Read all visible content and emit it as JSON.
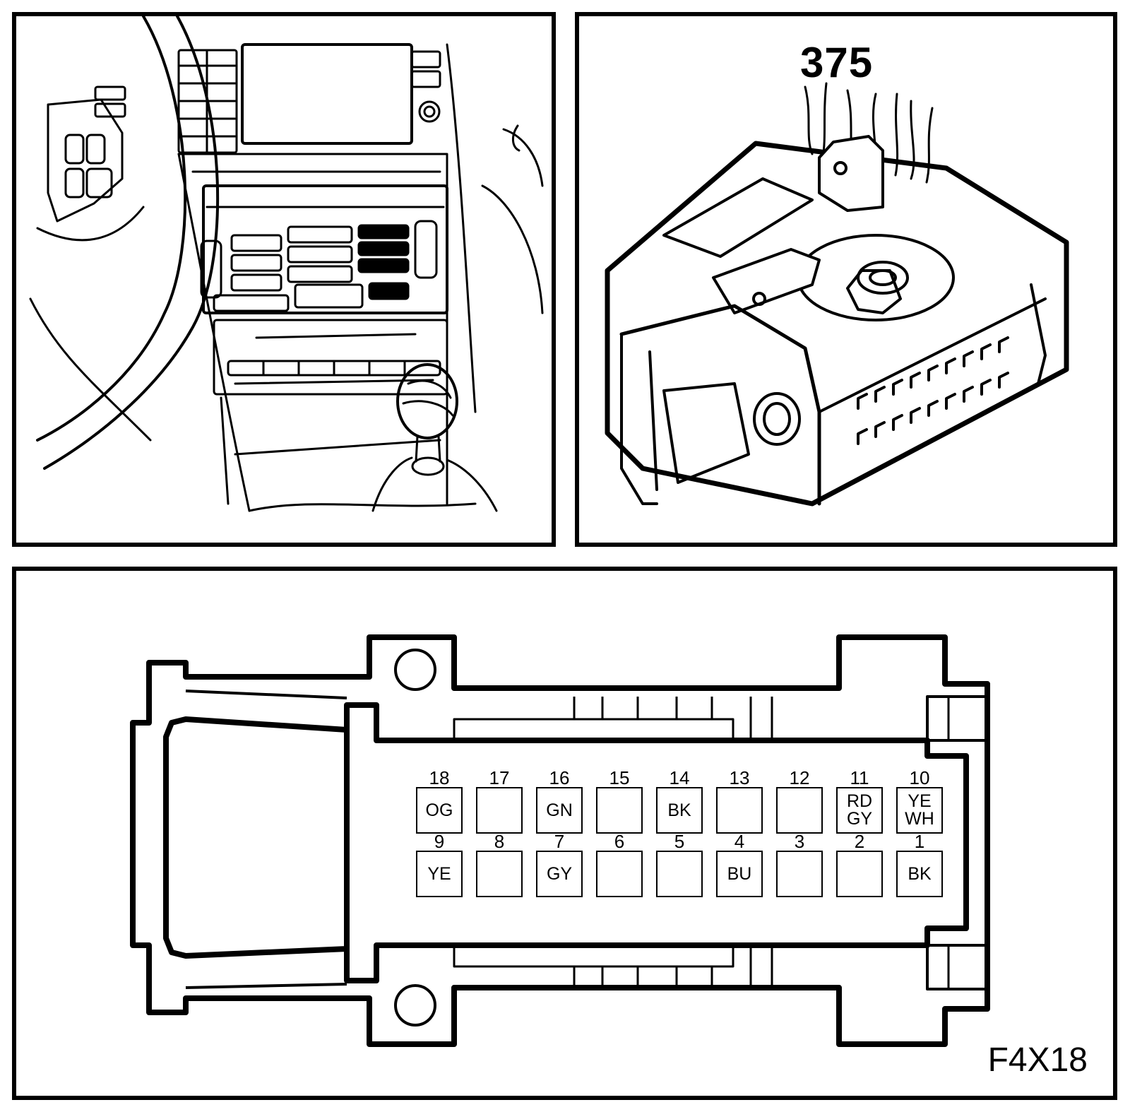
{
  "panels": {
    "location": {
      "name": "Instrument panel center console location view"
    },
    "connector_3d": {
      "connector_label": "375"
    },
    "pinout": {
      "figure_code": "F4X18",
      "top_row": [
        {
          "pin": "18",
          "wire": [
            "OG"
          ]
        },
        {
          "pin": "17",
          "wire": []
        },
        {
          "pin": "16",
          "wire": [
            "GN"
          ]
        },
        {
          "pin": "15",
          "wire": []
        },
        {
          "pin": "14",
          "wire": [
            "BK"
          ]
        },
        {
          "pin": "13",
          "wire": []
        },
        {
          "pin": "12",
          "wire": []
        },
        {
          "pin": "11",
          "wire": [
            "RD",
            "GY"
          ]
        },
        {
          "pin": "10",
          "wire": [
            "YE",
            "WH"
          ]
        }
      ],
      "bottom_row": [
        {
          "pin": "9",
          "wire": [
            "YE"
          ]
        },
        {
          "pin": "8",
          "wire": []
        },
        {
          "pin": "7",
          "wire": [
            "GY"
          ]
        },
        {
          "pin": "6",
          "wire": []
        },
        {
          "pin": "5",
          "wire": []
        },
        {
          "pin": "4",
          "wire": [
            "BU"
          ]
        },
        {
          "pin": "3",
          "wire": []
        },
        {
          "pin": "2",
          "wire": []
        },
        {
          "pin": "1",
          "wire": [
            "BK"
          ]
        }
      ]
    }
  }
}
